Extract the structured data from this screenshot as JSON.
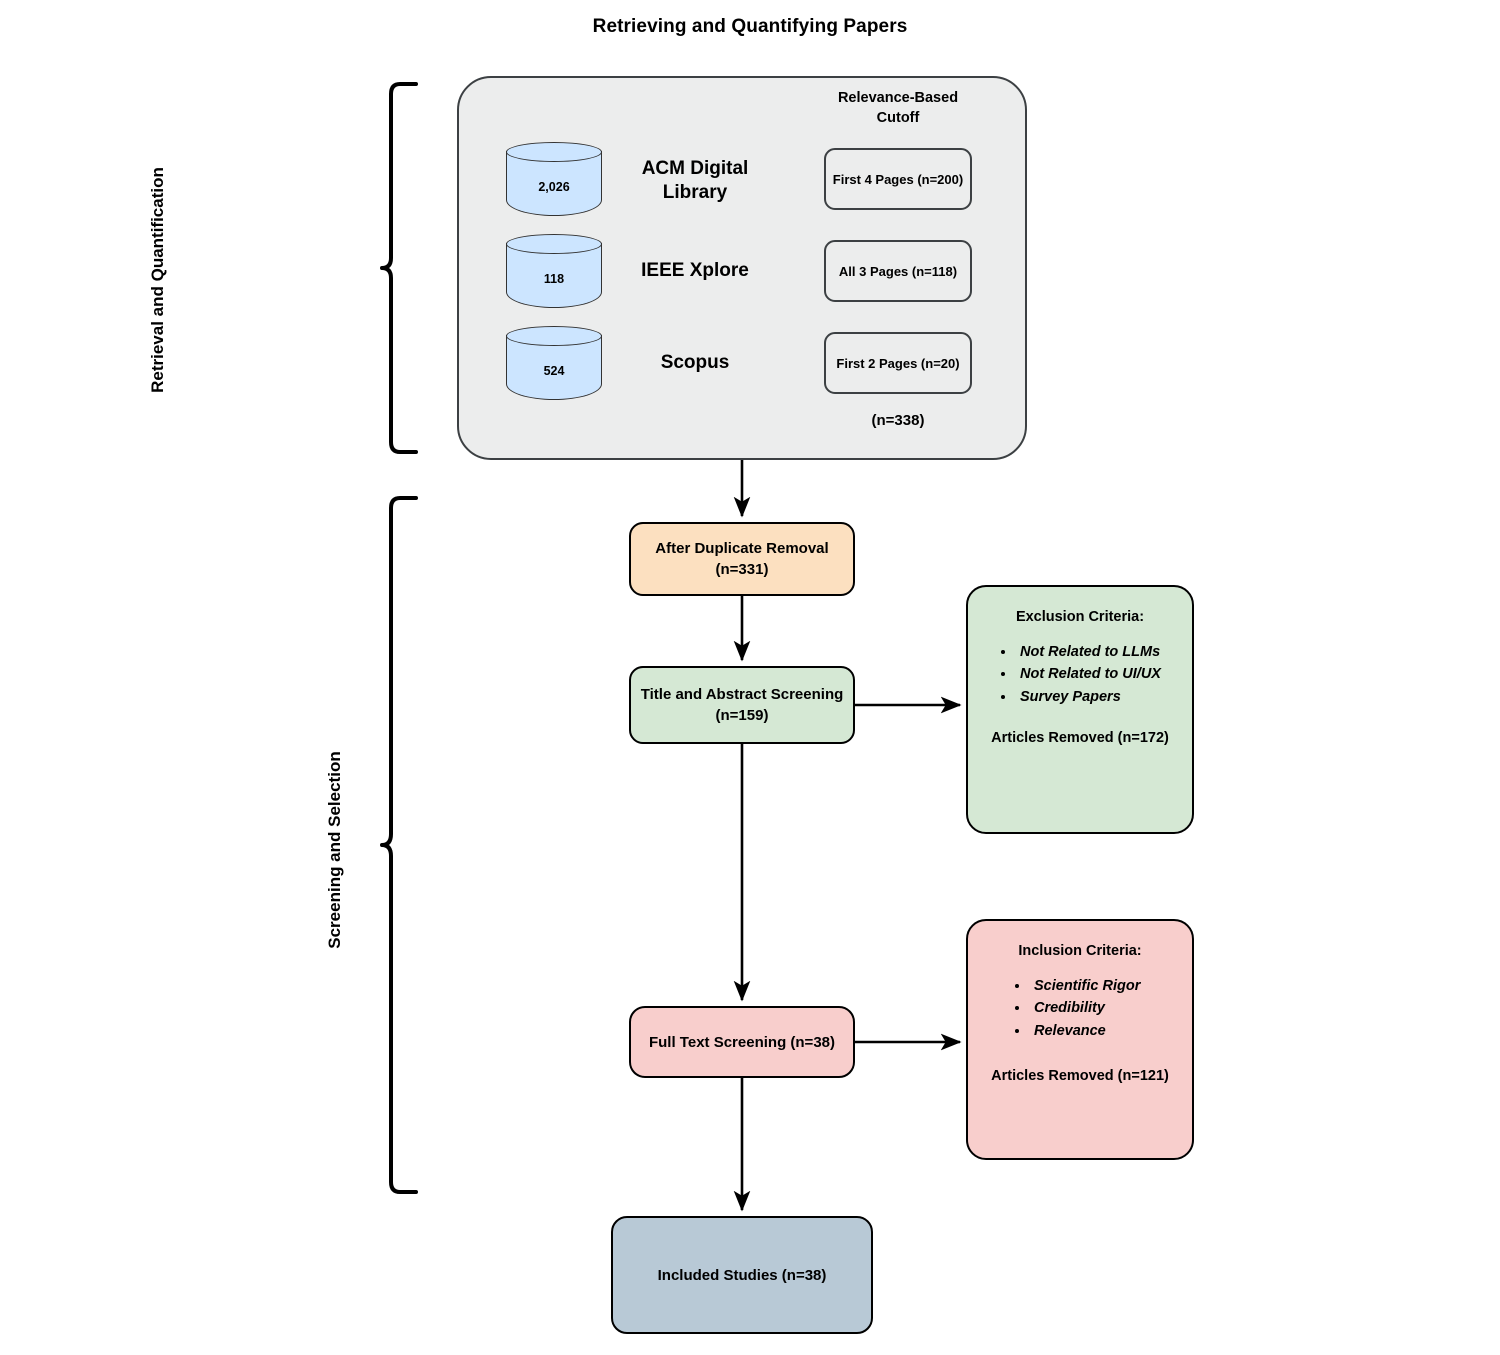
{
  "title": "Retrieving and Quantifying Papers",
  "phases": [
    {
      "id": "retrieval",
      "label": "Retrieval and Quantification"
    },
    {
      "id": "screening",
      "label": "Screening and Selection"
    }
  ],
  "sources": {
    "cutoff_heading": "Relevance-Based\nCutoff",
    "cutoff_heading_line1": "Relevance-Based",
    "cutoff_heading_line2": "Cutoff",
    "total_label": "(n=338)",
    "databases": [
      {
        "name": "ACM Digital Library",
        "name_line1": "ACM Digital",
        "name_line2": "Library",
        "count": "2,026",
        "cutoff": "First 4 Pages (n=200)"
      },
      {
        "name": "IEEE Xplore",
        "name_line1": "IEEE Xplore",
        "name_line2": "",
        "count": "118",
        "cutoff": "All 3 Pages (n=118)"
      },
      {
        "name": "Scopus",
        "name_line1": "Scopus",
        "name_line2": "",
        "count": "524",
        "cutoff": "First 2 Pages (n=20)"
      }
    ]
  },
  "flow": {
    "duplicate": {
      "line1": "After Duplicate Removal",
      "line2": "(n=331)"
    },
    "title_abstract": {
      "line1": "Title and Abstract Screening",
      "line2": "(n=159)"
    },
    "fulltext": {
      "line1": "Full Text Screening (n=38)",
      "line2": ""
    },
    "included": {
      "line1": "Included Studies (n=38)",
      "line2": ""
    }
  },
  "criteria": {
    "exclusion": {
      "heading": "Exclusion Criteria:",
      "items": [
        "Not Related to LLMs",
        "Not Related to UI/UX",
        "Survey Papers"
      ],
      "footer": "Articles Removed (n=172)"
    },
    "inclusion": {
      "heading": "Inclusion Criteria:",
      "items": [
        "Scientific Rigor",
        "Credibility",
        "Relevance"
      ],
      "footer": "Articles Removed (n=121)"
    }
  },
  "colors": {
    "container_fill": "#ECEDED",
    "cylinder_fill": "#CCE5FF",
    "orange": "#FCE0C0",
    "green": "#D5E8D4",
    "pink": "#F8CECC",
    "blue_gray": "#B8C9D6",
    "stroke": "#000000"
  }
}
